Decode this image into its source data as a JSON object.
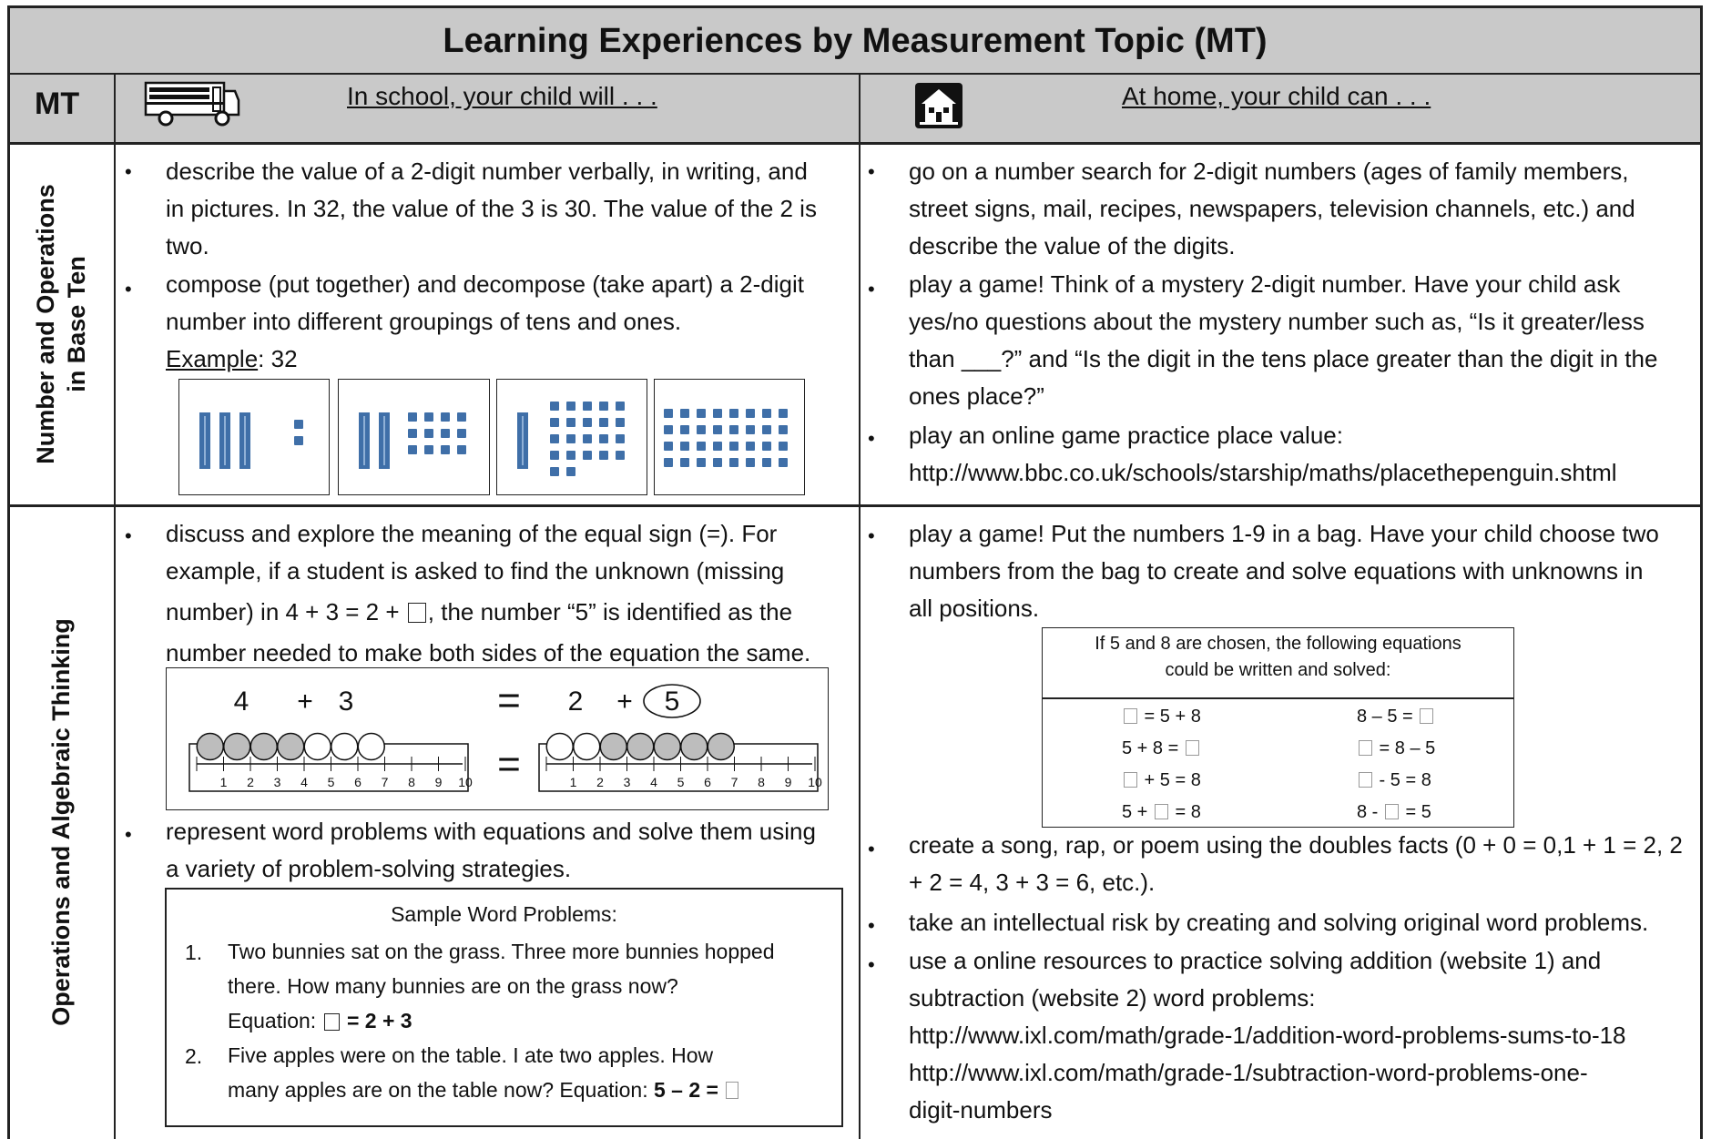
{
  "title": "Learning Experiences by  Measurement Topic (MT)",
  "header": {
    "mt_label": "MT",
    "school_label": "In school, your child will . . .",
    "home_label": "At home, your child can . . .",
    "school_icon": "school-bus-icon",
    "home_icon": "house-icon"
  },
  "rows": [
    {
      "topic_line1": "Number and Operations",
      "topic_line2": "in Base Ten",
      "school": {
        "bullet1_lines": [
          "describe the value of a 2-digit number verbally, in writing, and",
          "in pictures.  In 32, the value of the 3 is 30.  The value of the 2 is",
          "two."
        ],
        "bullet2_lines": [
          "compose (put together) and decompose (take apart) a 2-digit",
          "number into different groupings of tens and ones."
        ],
        "example_label": "Example",
        "example_value": ": 32",
        "groupings": [
          {
            "tens": 3,
            "ones": 2
          },
          {
            "tens": 2,
            "ones": 12
          },
          {
            "tens": 1,
            "ones": 22
          },
          {
            "tens": 0,
            "ones": 32
          }
        ]
      },
      "home": {
        "bullet1_lines": [
          "go on a number search for 2-digit numbers (ages of family members,",
          "street signs, mail, recipes, newspapers, television channels, etc.) and",
          "describe the value of the digits."
        ],
        "bullet2_lines": [
          "play a game!  Think of a mystery 2-digit number.  Have your child ask",
          "yes/no questions about the mystery number such as, “Is it greater/less",
          "than ___?” and “Is the digit in the tens place greater than the digit in the",
          "ones place?”"
        ],
        "bullet3_lines": [
          "play an online game practice place value:",
          "http://www.bbc.co.uk/schools/starship/maths/placethepenguin.shtml"
        ]
      }
    },
    {
      "topic": "Operations and Algebraic Thinking",
      "school": {
        "bullet1_lines": [
          "discuss and explore the meaning of the equal sign (=).  For",
          "example, if a student is asked to find the unknown (missing"
        ],
        "bullet1_line3_a": "number) in 4 + 3 = 2 + ",
        "bullet1_line3_b": ", the number “5” is identified as the",
        "bullet1_line4": "number needed to make both sides of the equation the same.",
        "numline": {
          "left_a": "4",
          "left_plus": "+",
          "left_b": "3",
          "equals": "=",
          "right_a": "2",
          "right_plus": "+",
          "right_answer": "5",
          "ticks": [
            "1",
            "2",
            "3",
            "4",
            "5",
            "6",
            "7",
            "8",
            "9",
            "10"
          ],
          "left_beads_shaded": 4,
          "left_beads_open": 3,
          "right_beads_open": 2,
          "right_beads_shaded": 5
        },
        "bullet2_lines": [
          "represent word problems with equations and solve them using",
          "a variety of problem-solving strategies."
        ],
        "word_problems": {
          "title": "Sample Word Problems:",
          "p1_num": "1.",
          "p1_lines": [
            "Two bunnies sat on the grass.  Three more bunnies hopped",
            "there.  How many bunnies are on the grass now?"
          ],
          "p1_eq_label": "Equation: ",
          "p1_eq_value": " = 2 + 3",
          "p2_num": "2.",
          "p2_line1": "Five apples were on the table.  I ate two apples.  How",
          "p2_line2_a": "many apples are on the table now?  Equation:  ",
          "p2_line2_b": "5 – 2 = "
        }
      },
      "home": {
        "bullet1_lines": [
          "play a game!  Put the numbers 1-9 in a bag.  Have your child choose two",
          "numbers from the bag to create and solve equations with unknowns in",
          "all positions."
        ],
        "equations_box": {
          "head_lines": [
            "If 5 and 8 are chosen, the following equations",
            "could be written and solved:"
          ],
          "left": [
            {
              "a": "",
              "b": " = 5 + 8"
            },
            {
              "a": "5 + 8 = ",
              "b": ""
            },
            {
              "a": "",
              "b": " + 5 = 8"
            },
            {
              "a": "5 + ",
              "b": " = 8"
            }
          ],
          "right": [
            {
              "a": "8 – 5 = ",
              "b": ""
            },
            {
              "a": "",
              "b": " = 8 – 5"
            },
            {
              "a": "",
              "b": " - 5 = 8"
            },
            {
              "a": "8 - ",
              "b": " = 5"
            }
          ]
        },
        "bullet2_lines": [
          "create a song, rap, or poem using the doubles facts (0 + 0 = 0,1 + 1 = 2, 2",
          "+ 2 = 4, 3 + 3 = 6, etc.)."
        ],
        "bullet3_lines": [
          "take an intellectual risk by creating and solving original word problems."
        ],
        "bullet4_lines": [
          "use a online resources to practice solving addition (website 1) and",
          "subtraction (website 2) word problems:",
          "http://www.ixl.com/math/grade-1/addition-word-problems-sums-to-18",
          "http://www.ixl.com/math/grade-1/subtraction-word-problems-one-",
          "digit-numbers"
        ]
      }
    }
  ]
}
